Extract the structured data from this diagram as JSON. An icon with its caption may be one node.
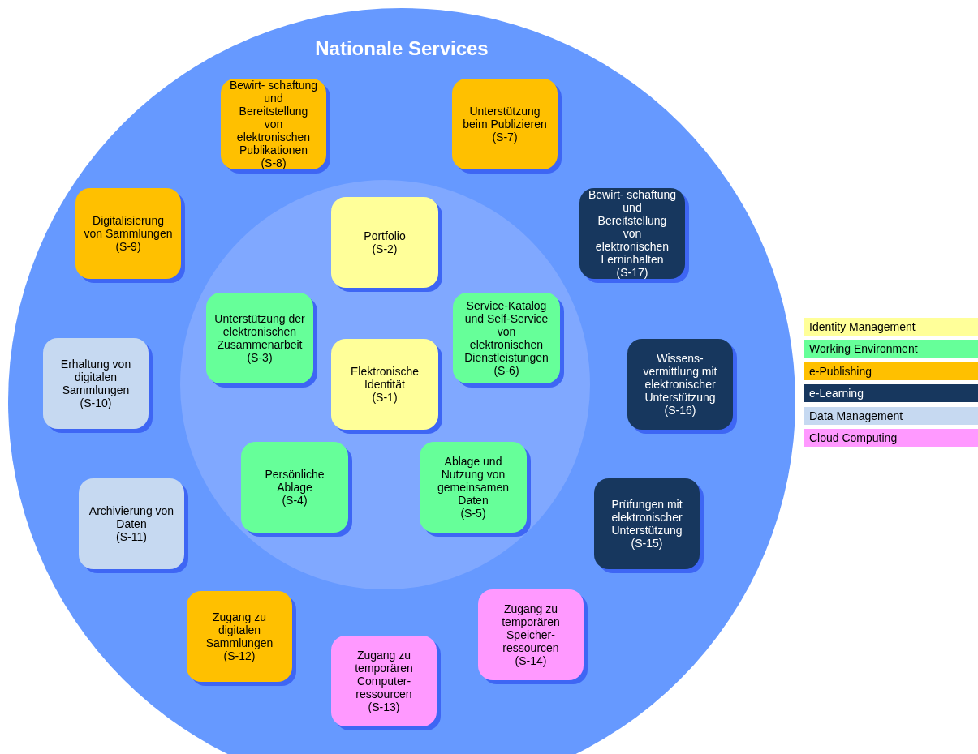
{
  "diagram": {
    "nodes": [
      {
        "text": [
          "Nationale Services"
        ]
      },
      {
        "text": [],
        "shape": "circle",
        "in": 0
      },
      {
        "text": [
          "Portfolio",
          "(S-2)"
        ],
        "in": 1
      },
      {
        "text": [
          "Unterstützung der elektronischen Zusammenarbeit",
          "(S-3)"
        ],
        "in": 1
      },
      {
        "text": [
          "Service-Katalog und Self-Service von elektronischen Dienstleistungen",
          "(S-6)"
        ],
        "in": 1
      },
      {
        "text": [
          "Elektronische Identität",
          "(S-1)"
        ],
        "in": 1
      },
      {
        "text": [
          "Persönliche Ablage",
          "(S-4)"
        ],
        "in": 1
      },
      {
        "text": [
          "Ablage und Nutzung von gemeinsamen Daten",
          "(S-5)"
        ],
        "in": 1
      },
      {
        "text": [
          "Bewirt- schaftung und Bereitstellung von elektronischen Publikationen",
          "(S-8)"
        ],
        "in": 0
      },
      {
        "text": [
          "Unterstützung beim Publizieren",
          "(S-7)"
        ],
        "in": 0
      },
      {
        "text": [
          "Digitalisierung von Sammlungen",
          "(S-9)"
        ],
        "in": 0
      },
      {
        "text": [
          "Bewirt- schaftung und Bereitstellung von elektronischen Lerninhalten",
          "(S-17)"
        ],
        "in": 0
      },
      {
        "text": [
          "Erhaltung von digitalen Sammlungen",
          "(S-10)"
        ],
        "in": 0
      },
      {
        "text": [
          "Wissens- vermittlung mit elektronischer Unterstützung",
          "(S-16)"
        ],
        "in": 0
      },
      {
        "text": [
          "Archivierung von Daten",
          "(S-11)"
        ],
        "in": 0
      },
      {
        "text": [
          "Prüfungen mit elektronischer Unterstützung",
          "(S-15)"
        ],
        "in": 0
      },
      {
        "text": [
          "Zugang zu digitalen Sammlungen",
          "(S-12)"
        ],
        "in": 0
      },
      {
        "text": [
          "Zugang zu temporären Speicher- ressourcen",
          "(S-14)"
        ],
        "in": 0
      },
      {
        "text": [
          "Zugang zu temporären Computer- ressourcen",
          "(S-13)"
        ],
        "in": 0
      }
    ],
    "legend": [
      {
        "text": "Identity Management",
        "color": "#ffff99"
      },
      {
        "text": "Working Environment",
        "color": "#66ff99"
      },
      {
        "text": "e-Publishing",
        "color": "#ffc000"
      },
      {
        "text": "e-Learning",
        "color": "#17375e"
      },
      {
        "text": "Data Management",
        "color": "#c6d9f1"
      },
      {
        "text": "Cloud Computing",
        "color": "#ff99ff"
      }
    ]
  }
}
